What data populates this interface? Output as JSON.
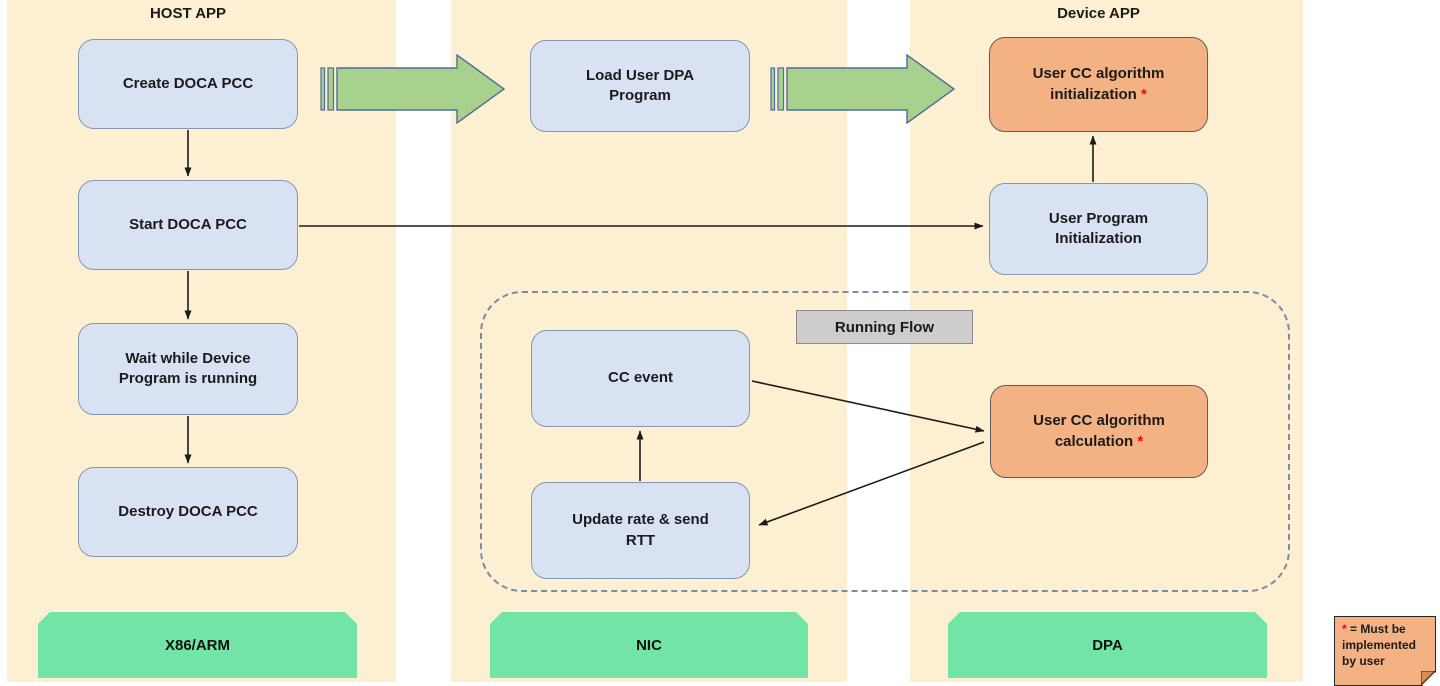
{
  "diagram": {
    "host": {
      "title": "HOST APP",
      "steps": [
        "Create DOCA PCC",
        "Start DOCA PCC",
        "Wait while Device Program is running",
        "Destroy DOCA PCC"
      ],
      "platform": "X86/ARM"
    },
    "nic": {
      "load_program": "Load User DPA Program",
      "running_flow_label": "Running Flow",
      "cc_event": "CC event",
      "update_rate": "Update rate & send RTT",
      "platform": "NIC"
    },
    "device": {
      "title": "Device APP",
      "cc_init": "User CC algorithm initialization",
      "cc_init_mark": "*",
      "program_init": "User Program Initialization",
      "cc_calc": "User CC algorithm calculation",
      "cc_calc_mark": "*",
      "platform": "DPA"
    },
    "legend": {
      "mark": "*",
      "text": "= Must be implemented by user"
    },
    "colors": {
      "column_band": "#FCEFD2",
      "box_blue_fill": "#D9E2F3",
      "box_blue_border": "#8497B0",
      "box_orange_fill": "#F4B183",
      "flow_arrow_green": "#A9D18E",
      "platform_green": "#72E5A6",
      "running_flow_gray": "#CECCCC",
      "dashed_border": "#7b8ca3",
      "asterisk_red": "#FF0000",
      "text": "#1b1b1b"
    }
  }
}
